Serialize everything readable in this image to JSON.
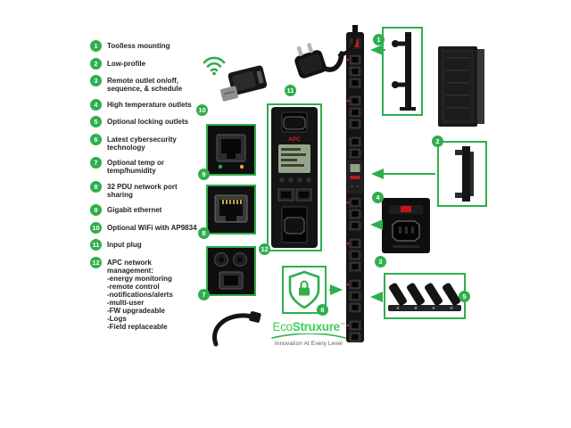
{
  "colors": {
    "green": "#2fae4d",
    "logo_green": "#3dcd58",
    "red": "#cf1f25"
  },
  "features": [
    {
      "num": "1",
      "label": "Toolless mounting"
    },
    {
      "num": "2",
      "label": "Low-profile"
    },
    {
      "num": "3",
      "label": "Remote outlet on/off, sequence, & schedule"
    },
    {
      "num": "4",
      "label": "High temperature outlets"
    },
    {
      "num": "5",
      "label": "Optional locking outlets"
    },
    {
      "num": "6",
      "label": "Latest cybersecurity technology"
    },
    {
      "num": "7",
      "label": "Optional temp or temp/humidity"
    },
    {
      "num": "8",
      "label": "32 PDU network port sharing"
    },
    {
      "num": "9",
      "label": "Gigabit ethernet"
    },
    {
      "num": "10",
      "label": "Optional WiFi with AP9834"
    },
    {
      "num": "11",
      "label": "Input plug"
    },
    {
      "num": "12",
      "label": "APC network management:",
      "sub": [
        "-energy monitoring",
        "-remote control",
        "-notifications/alerts",
        "-multi-user",
        "-FW upgradeable",
        "-Logs",
        "-Field replaceable"
      ]
    }
  ],
  "device": {
    "brand": "APC"
  },
  "logo": {
    "brand_eco": "Eco",
    "brand_struxure": "Struxure",
    "tm": "™",
    "tagline": "Innovation At Every Level"
  }
}
